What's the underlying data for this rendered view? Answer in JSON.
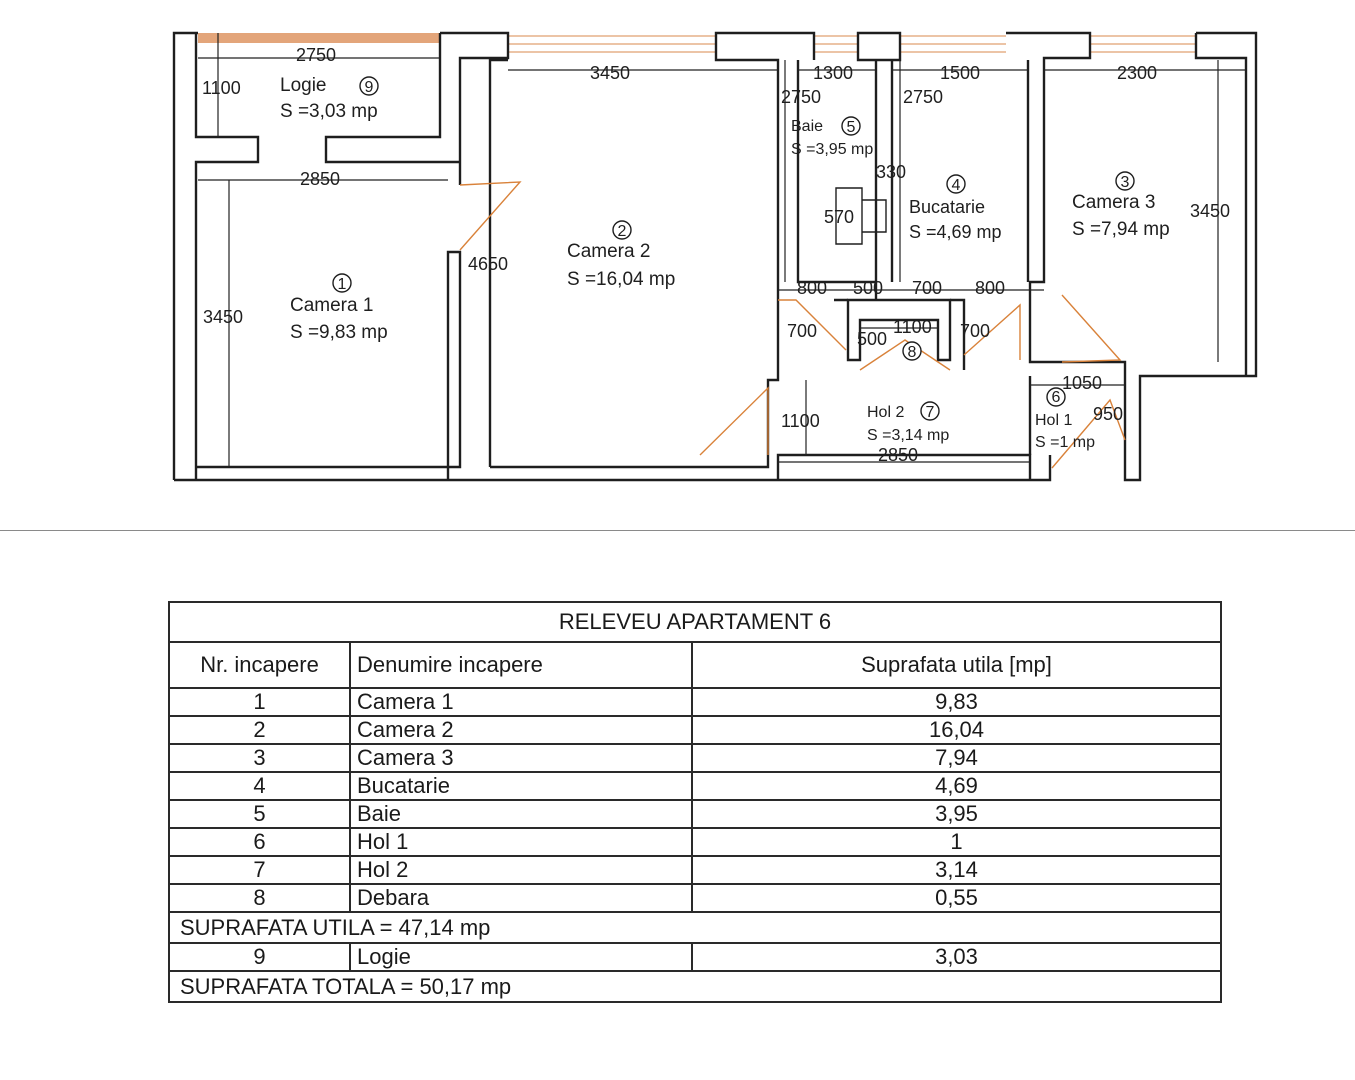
{
  "plan": {
    "rooms": [
      {
        "nr": "1",
        "name": "Camera 1",
        "area": "S =9,83 mp"
      },
      {
        "nr": "2",
        "name": "Camera 2",
        "area": "S =16,04 mp"
      },
      {
        "nr": "3",
        "name": "Camera 3",
        "area": "S =7,94 mp"
      },
      {
        "nr": "4",
        "name": "Bucatarie",
        "area": "S =4,69 mp"
      },
      {
        "nr": "5",
        "name": "Baie",
        "area": "S =3,95 mp"
      },
      {
        "nr": "6",
        "name": "Hol 1",
        "area": "S =1 mp"
      },
      {
        "nr": "7",
        "name": "Hol 2",
        "area": "S =3,14 mp"
      },
      {
        "nr": "8"
      },
      {
        "nr": "9",
        "name": "Logie",
        "area": "S =3,03 mp"
      }
    ],
    "dimensions": [
      "2750",
      "1100",
      "2850",
      "3450",
      "4650",
      "3450",
      "1300",
      "1500",
      "2300",
      "2750",
      "2750",
      "330",
      "570",
      "3450",
      "800",
      "500",
      "700",
      "800",
      "700",
      "1100",
      "700",
      "500",
      "1050",
      "950",
      "1100",
      "2850"
    ]
  },
  "table": {
    "title": "RELEVEU APARTAMENT 6",
    "headers": [
      "Nr. incapere",
      "Denumire incapere",
      "Suprafata utila [mp]"
    ],
    "rows": [
      {
        "nr": "1",
        "name": "Camera 1",
        "area": "9,83"
      },
      {
        "nr": "2",
        "name": "Camera 2",
        "area": "16,04"
      },
      {
        "nr": "3",
        "name": "Camera 3",
        "area": "7,94"
      },
      {
        "nr": "4",
        "name": "Bucatarie",
        "area": "4,69"
      },
      {
        "nr": "5",
        "name": "Baie",
        "area": "3,95"
      },
      {
        "nr": "6",
        "name": "Hol 1",
        "area": "1"
      },
      {
        "nr": "7",
        "name": "Hol 2",
        "area": "3,14"
      },
      {
        "nr": "8",
        "name": "Debara",
        "area": "0,55"
      }
    ],
    "subtotal": "SUPRAFATA UTILA = 47,14 mp",
    "extra_row": {
      "nr": "9",
      "name": "Logie",
      "area": "3,03"
    },
    "total": "SUPRAFATA TOTALA = 50,17 mp"
  }
}
